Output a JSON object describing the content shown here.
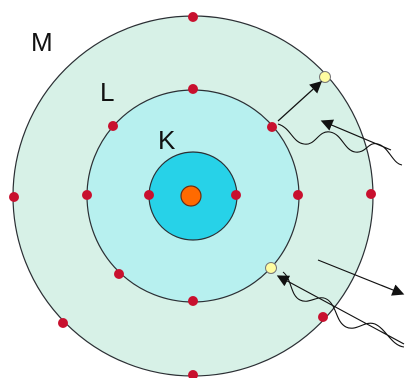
{
  "diagram": {
    "labels": {
      "m_shell": "M",
      "l_shell": "L",
      "k_shell": "K"
    },
    "colors": {
      "m_shell_fill": "#d7f1e7",
      "l_shell_fill": "#b7f0ef",
      "k_shell_fill": "#27d2e8",
      "shell_stroke": "#2b2f34",
      "electron": "#c8102e",
      "vacancy": "#fffda1",
      "nucleus": "#ff6a00",
      "arrow": "#111111"
    },
    "icons": {
      "nucleus": "nucleus-icon",
      "electron": "electron-icon",
      "vacancy": "vacancy-icon",
      "photon": "photon-icon",
      "arrow": "arrow-icon"
    }
  }
}
